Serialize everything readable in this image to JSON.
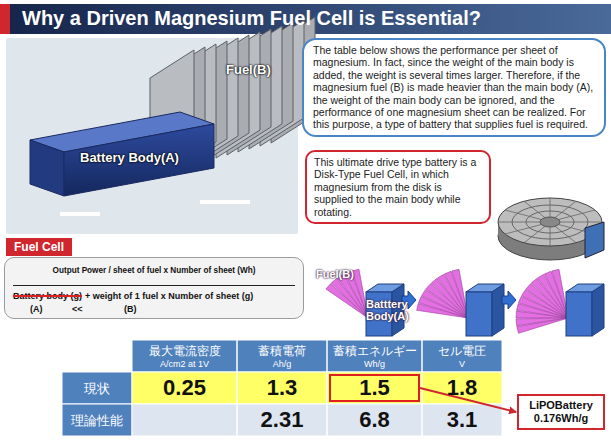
{
  "diagram": {
    "title": "Why a Driven Magnesium Fuel Cell is Essential?",
    "nodes": [
      {
        "text": [
          "The table below shows the performance per sheet of magnesium. In fact, since the weight of the main body is added, the weight is several times larger. Therefore, if the magnesium fuel (B) is made heavier than the main body (A), the weight of the main body can be ignored, and the performance of one magnesium sheet can be realized. For this purpose, a type of battery that supplies fuel is required."
        ]
      },
      {
        "text": [
          "This ultimate drive type battery is a Disk-Type Fuel Cell, in which magnesium from the disk is supplied to the main body while rotating."
        ]
      },
      {
        "text": [
          "Fuel Cell"
        ]
      },
      {
        "text": [
          "Output Power / sheet of fuel x Number of sheet (Wh)",
          "Battery body (g)",
          "+ weight of 1 fuel x Number of sheet (g)"
        ]
      },
      {
        "text": [
          "1.5"
        ]
      },
      {
        "text": [
          "LiPOBattery 0.176Wh/g"
        ]
      }
    ],
    "edges": [
      {
        "from": 4,
        "to": 5,
        "arrow": "to"
      }
    ],
    "labels": [
      "Battery Body(A)",
      "Fuel(B)",
      "(A)",
      "<<",
      "(B)",
      "Fuel(B)",
      "Batttery Body(A)",
      "最大電流密度",
      "A/cm2 at 1V",
      "蓄積電荷",
      "Ah/g",
      "蓄積エネルギー",
      "Wh/g",
      "セル電圧",
      "V",
      "現状",
      "0.25",
      "1.3",
      "1.8",
      "理論性能",
      "2.31",
      "6.8",
      "3.1"
    ]
  }
}
